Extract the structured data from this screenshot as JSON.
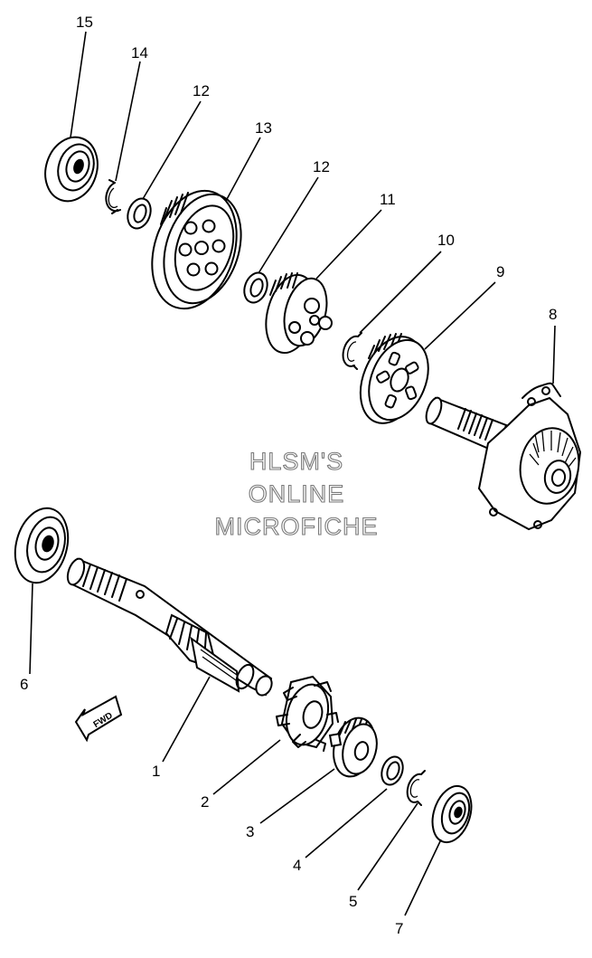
{
  "watermark": {
    "line1": "HLSM'S",
    "line2": "ONLINE",
    "line3": "MICROFICHE"
  },
  "direction_arrow": {
    "label": "FWD"
  },
  "callouts": [
    {
      "id": "1",
      "label": "1"
    },
    {
      "id": "2",
      "label": "2"
    },
    {
      "id": "3",
      "label": "3"
    },
    {
      "id": "4",
      "label": "4"
    },
    {
      "id": "5",
      "label": "5"
    },
    {
      "id": "6",
      "label": "6"
    },
    {
      "id": "7",
      "label": "7"
    },
    {
      "id": "8",
      "label": "8"
    },
    {
      "id": "9",
      "label": "9"
    },
    {
      "id": "10",
      "label": "10"
    },
    {
      "id": "11",
      "label": "11"
    },
    {
      "id": "12a",
      "label": "12"
    },
    {
      "id": "12b",
      "label": "12"
    },
    {
      "id": "13",
      "label": "13"
    },
    {
      "id": "14",
      "label": "14"
    },
    {
      "id": "15",
      "label": "15"
    }
  ]
}
